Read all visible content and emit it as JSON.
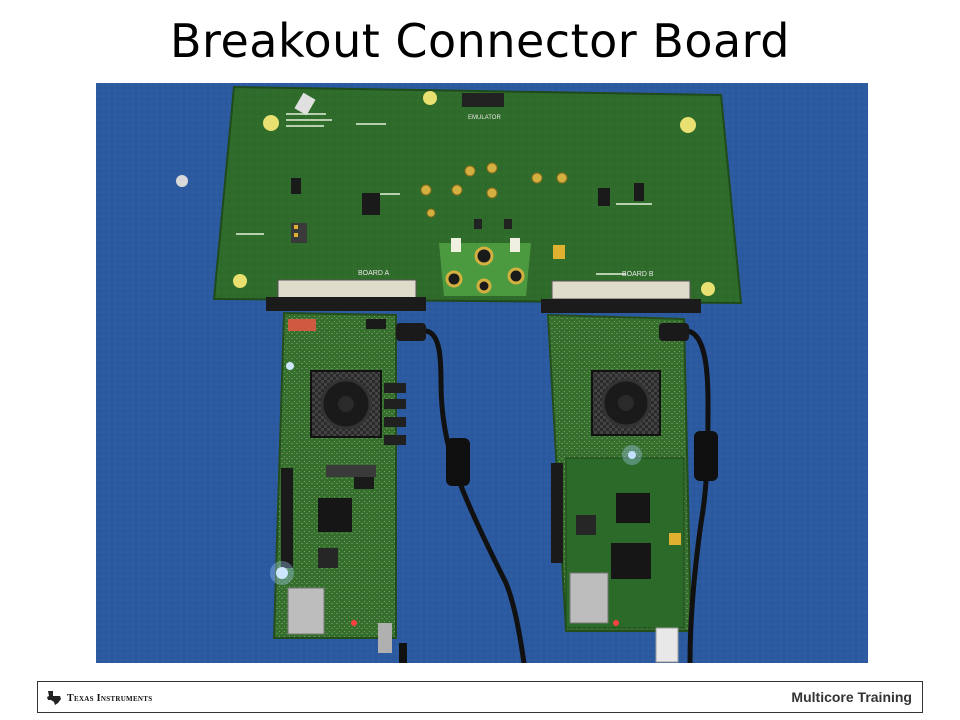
{
  "slide": {
    "title": "Breakout Connector Board"
  },
  "photo": {
    "board_labels": [
      "BOARD A",
      "BOARD B",
      "EMULATOR"
    ],
    "colors": {
      "background": "#2c5aa0",
      "pcb": "#2f6b2a",
      "cable": "#111111"
    }
  },
  "footer": {
    "logo_text": "Texas Instruments",
    "logo_icon": "texas-state-icon",
    "right_label": "Multicore Training"
  }
}
